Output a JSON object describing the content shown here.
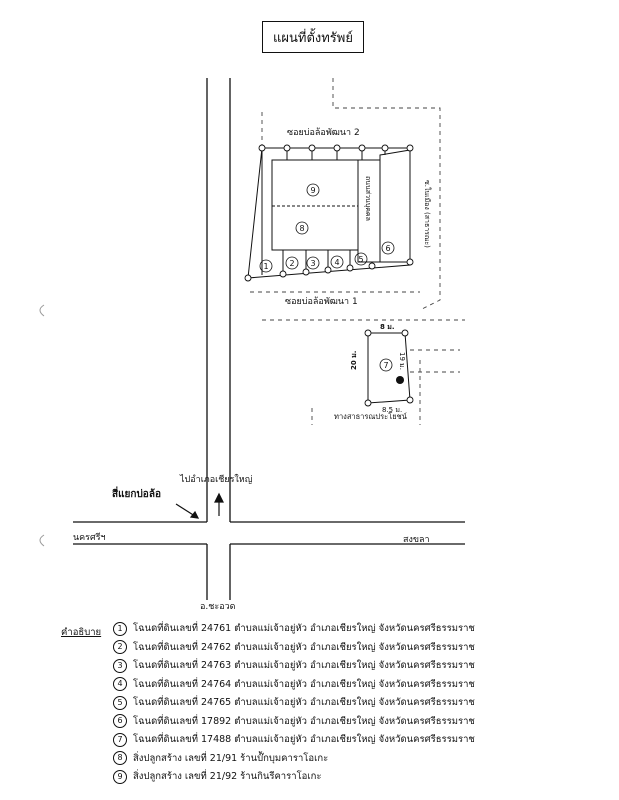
{
  "title": "แผนที่ตั้งทรัพย์",
  "labels": {
    "soi_top": "ซอยบ่อล้อพัฒนา 2",
    "soi_bottom": "ซอยบ่อล้อพัฒนา 1",
    "road_inner": "ถนนส่วนบุคคล",
    "road_right": "ซ.ในเมือง (สาธารณะ)",
    "public_way": "ทางสาธารณประโยชน์",
    "to_district": "ไปอำเภอเชียรใหญ่",
    "junction": "สี่แยกบ่อล้อ",
    "nakhon_si": "นครศรีฯ",
    "songkhla": "สงขลา",
    "cha_uat": "อ.ชะอวด",
    "dim_top": "8 ม.",
    "dim_left": "20 ม.",
    "dim_right": "19 ม.",
    "dim_bottom": "8.5 ม."
  },
  "plot_numbers": [
    "1",
    "2",
    "3",
    "4",
    "5",
    "6",
    "7",
    "8",
    "9"
  ],
  "legend": {
    "heading": "คำอธิบาย",
    "items": [
      {
        "num": "1",
        "text": "โฉนดที่ดินเลขที่ 24761 ตำบลแม่เจ้าอยู่หัว อำเภอเชียรใหญ่ จังหวัดนครศรีธรรมราช"
      },
      {
        "num": "2",
        "text": "โฉนดที่ดินเลขที่ 24762 ตำบลแม่เจ้าอยู่หัว อำเภอเชียรใหญ่ จังหวัดนครศรีธรรมราช"
      },
      {
        "num": "3",
        "text": "โฉนดที่ดินเลขที่ 24763 ตำบลแม่เจ้าอยู่หัว อำเภอเชียรใหญ่ จังหวัดนครศรีธรรมราช"
      },
      {
        "num": "4",
        "text": "โฉนดที่ดินเลขที่ 24764 ตำบลแม่เจ้าอยู่หัว อำเภอเชียรใหญ่ จังหวัดนครศรีธรรมราช"
      },
      {
        "num": "5",
        "text": "โฉนดที่ดินเลขที่ 24765 ตำบลแม่เจ้าอยู่หัว อำเภอเชียรใหญ่ จังหวัดนครศรีธรรมราช"
      },
      {
        "num": "6",
        "text": "โฉนดที่ดินเลขที่ 17892 ตำบลแม่เจ้าอยู่หัว อำเภอเชียรใหญ่ จังหวัดนครศรีธรรมราช"
      },
      {
        "num": "7",
        "text": "โฉนดที่ดินเลขที่ 17488 ตำบลแม่เจ้าอยู่หัว อำเภอเชียรใหญ่ จังหวัดนครศรีธรรมราช"
      },
      {
        "num": "8",
        "text": "สิ่งปลูกสร้าง เลขที่ 21/91 ร้านบ๊ักบุมคาราโอเกะ"
      },
      {
        "num": "9",
        "text": "สิ่งปลูกสร้าง เลขที่ 21/92 ร้านกินรีคาราโอเกะ"
      }
    ]
  }
}
